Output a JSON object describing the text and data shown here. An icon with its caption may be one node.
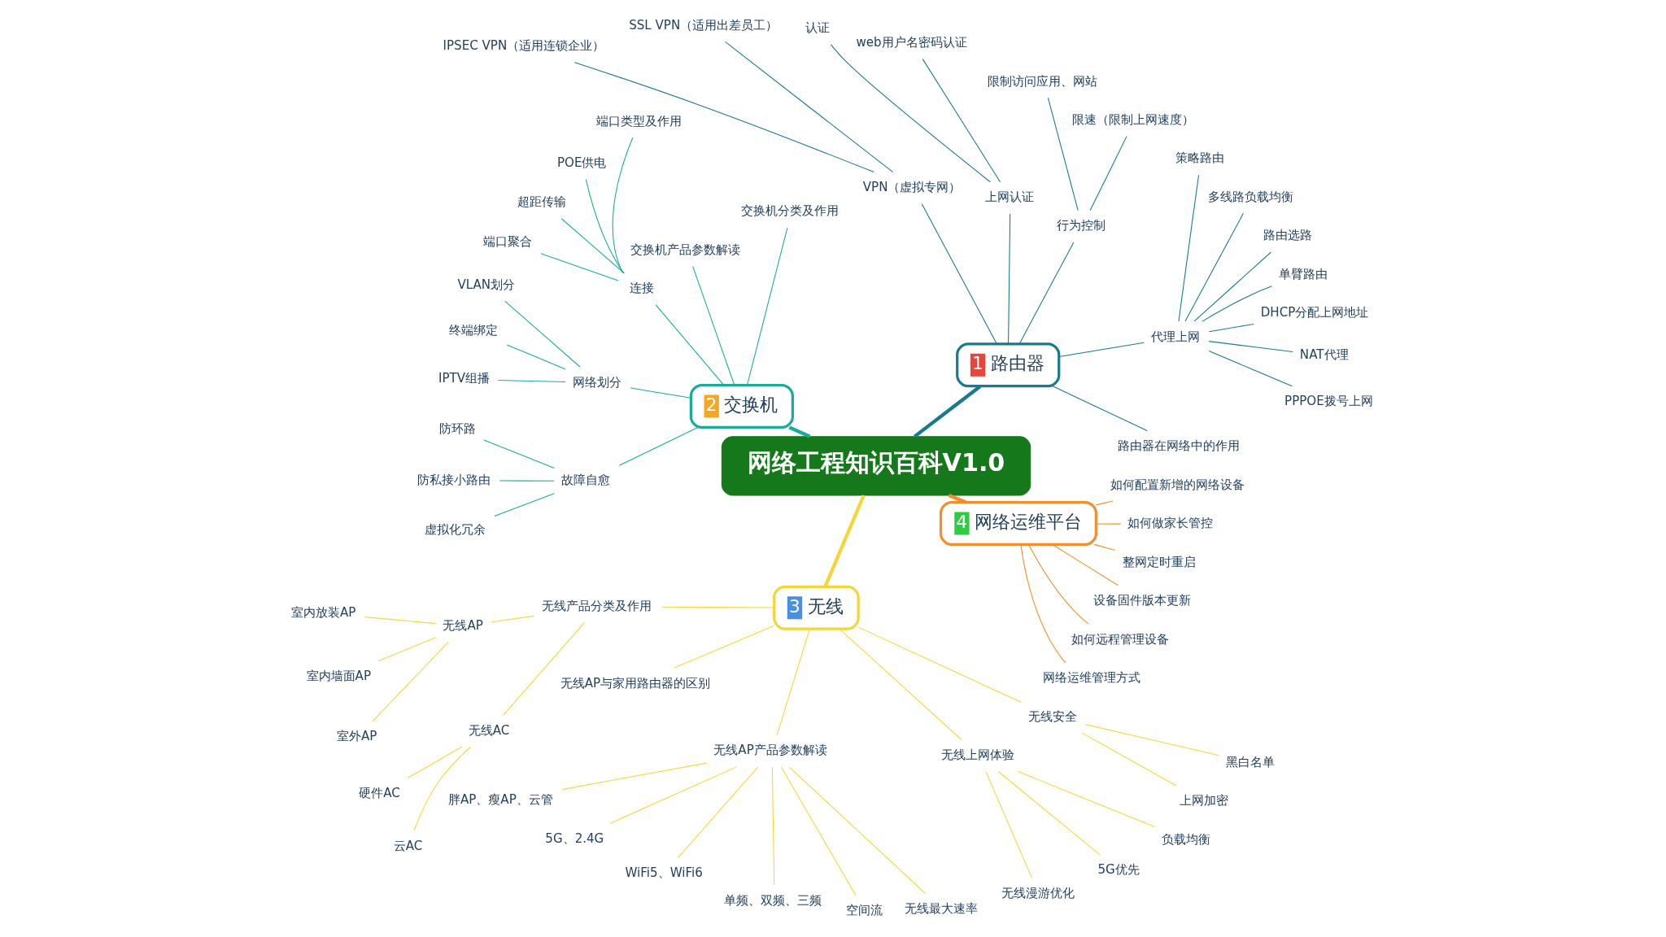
{
  "diagram": {
    "nodes": [
      {
        "text": [
          "网络工程知识百科V1.0"
        ]
      },
      {
        "text": [
          "1",
          "路由器"
        ]
      },
      {
        "text": [
          "路由器在网络中的作用"
        ]
      },
      {
        "text": [
          "代理上网"
        ]
      },
      {
        "text": [
          "PPPOE拨号上网"
        ]
      },
      {
        "text": [
          "NAT代理"
        ]
      },
      {
        "text": [
          "DHCP分配上网地址"
        ]
      },
      {
        "text": [
          "单臂路由"
        ]
      },
      {
        "text": [
          "路由选路"
        ]
      },
      {
        "text": [
          "多线路负载均衡"
        ]
      },
      {
        "text": [
          "策略路由"
        ]
      },
      {
        "text": [
          "行为控制"
        ]
      },
      {
        "text": [
          "限速（限制上网速度）"
        ]
      },
      {
        "text": [
          "限制访问应用、网站"
        ]
      },
      {
        "text": [
          "上网认证"
        ]
      },
      {
        "text": [
          "web用户名密码认证"
        ]
      },
      {
        "text": [
          "认证"
        ]
      },
      {
        "text": [
          "VPN（虚拟专网）"
        ]
      },
      {
        "text": [
          "SSL VPN（适用出差员工）"
        ]
      },
      {
        "text": [
          "IPSEC VPN（适用连锁企业）"
        ]
      },
      {
        "text": [
          "2",
          "交换机"
        ]
      },
      {
        "text": [
          "交换机分类及作用"
        ]
      },
      {
        "text": [
          "交换机产品参数解读"
        ]
      },
      {
        "text": [
          "连接"
        ]
      },
      {
        "text": [
          "端口类型及作用"
        ]
      },
      {
        "text": [
          "POE供电"
        ]
      },
      {
        "text": [
          "超距传输"
        ]
      },
      {
        "text": [
          "端口聚合"
        ]
      },
      {
        "text": [
          "网络划分"
        ]
      },
      {
        "text": [
          "VLAN划分"
        ]
      },
      {
        "text": [
          "终端绑定"
        ]
      },
      {
        "text": [
          "IPTV组播"
        ]
      },
      {
        "text": [
          "故障自愈"
        ]
      },
      {
        "text": [
          "防环路"
        ]
      },
      {
        "text": [
          "防私接小路由"
        ]
      },
      {
        "text": [
          "虚拟化冗余"
        ]
      },
      {
        "text": [
          "3",
          "无线"
        ]
      },
      {
        "text": [
          "无线产品分类及作用"
        ]
      },
      {
        "text": [
          "无线AP"
        ]
      },
      {
        "text": [
          "室内放装AP"
        ]
      },
      {
        "text": [
          "室内墙面AP"
        ]
      },
      {
        "text": [
          "室外AP"
        ]
      },
      {
        "text": [
          "无线AC"
        ]
      },
      {
        "text": [
          "硬件AC"
        ]
      },
      {
        "text": [
          "云AC"
        ]
      },
      {
        "text": [
          "无线AP与家用路由器的区别"
        ]
      },
      {
        "text": [
          "无线AP产品参数解读"
        ]
      },
      {
        "text": [
          "胖AP、瘦AP、云管"
        ]
      },
      {
        "text": [
          "5G、2.4G"
        ]
      },
      {
        "text": [
          "WiFi5、WiFi6"
        ]
      },
      {
        "text": [
          "单频、双频、三频"
        ]
      },
      {
        "text": [
          "空间流"
        ]
      },
      {
        "text": [
          "无线最大速率"
        ]
      },
      {
        "text": [
          "无线上网体验"
        ]
      },
      {
        "text": [
          "无线漫游优化"
        ]
      },
      {
        "text": [
          "5G优先"
        ]
      },
      {
        "text": [
          "负载均衡"
        ]
      },
      {
        "text": [
          "无线安全"
        ]
      },
      {
        "text": [
          "上网加密"
        ]
      },
      {
        "text": [
          "黑白名单"
        ]
      },
      {
        "text": [
          "4",
          "网络运维平台"
        ]
      },
      {
        "text": [
          "网络运维管理方式"
        ]
      },
      {
        "text": [
          "如何远程管理设备"
        ]
      },
      {
        "text": [
          "设备固件版本更新"
        ]
      },
      {
        "text": [
          "整网定时重启"
        ]
      },
      {
        "text": [
          "如何做家长管控"
        ]
      },
      {
        "text": [
          "如何配置新增的网络设备"
        ]
      }
    ],
    "edges": [
      {
        "from": 0,
        "to": 1,
        "arrow": "none",
        "color": "#197a8c",
        "style": "thick"
      },
      {
        "from": 1,
        "to": 2,
        "arrow": "none",
        "color": "#197a8c"
      },
      {
        "from": 1,
        "to": 3,
        "arrow": "none",
        "color": "#197a8c"
      },
      {
        "from": 3,
        "to": 4,
        "arrow": "none",
        "color": "#197a8c"
      },
      {
        "from": 3,
        "to": 5,
        "arrow": "none",
        "color": "#197a8c"
      },
      {
        "from": 3,
        "to": 6,
        "arrow": "none",
        "color": "#197a8c"
      },
      {
        "from": 3,
        "to": 7,
        "arrow": "none",
        "color": "#197a8c"
      },
      {
        "from": 3,
        "to": 8,
        "arrow": "none",
        "color": "#197a8c"
      },
      {
        "from": 3,
        "to": 9,
        "arrow": "none",
        "color": "#197a8c"
      },
      {
        "from": 3,
        "to": 10,
        "arrow": "none",
        "color": "#197a8c"
      },
      {
        "from": 1,
        "to": 11,
        "arrow": "none",
        "color": "#197a8c"
      },
      {
        "from": 11,
        "to": 12,
        "arrow": "none",
        "color": "#197a8c"
      },
      {
        "from": 11,
        "to": 13,
        "arrow": "none",
        "color": "#197a8c"
      },
      {
        "from": 1,
        "to": 14,
        "arrow": "none",
        "color": "#197a8c"
      },
      {
        "from": 14,
        "to": 15,
        "arrow": "none",
        "color": "#197a8c"
      },
      {
        "from": 14,
        "to": 16,
        "arrow": "none",
        "color": "#197a8c"
      },
      {
        "from": 1,
        "to": 17,
        "arrow": "none",
        "color": "#197a8c"
      },
      {
        "from": 17,
        "to": 18,
        "arrow": "none",
        "color": "#197a8c"
      },
      {
        "from": 17,
        "to": 19,
        "arrow": "none",
        "color": "#197a8c"
      },
      {
        "from": 0,
        "to": 20,
        "arrow": "none",
        "color": "#1aab9b",
        "style": "thick"
      },
      {
        "from": 20,
        "to": 21,
        "arrow": "none",
        "color": "#1aab9b"
      },
      {
        "from": 20,
        "to": 22,
        "arrow": "none",
        "color": "#1aab9b"
      },
      {
        "from": 20,
        "to": 23,
        "arrow": "none",
        "color": "#1aab9b"
      },
      {
        "from": 23,
        "to": 24,
        "arrow": "none",
        "color": "#1aab9b"
      },
      {
        "from": 23,
        "to": 25,
        "arrow": "none",
        "color": "#1aab9b"
      },
      {
        "from": 23,
        "to": 26,
        "arrow": "none",
        "color": "#1aab9b"
      },
      {
        "from": 23,
        "to": 27,
        "arrow": "none",
        "color": "#1aab9b"
      },
      {
        "from": 20,
        "to": 28,
        "arrow": "none",
        "color": "#1aab9b"
      },
      {
        "from": 28,
        "to": 29,
        "arrow": "none",
        "color": "#1aab9b"
      },
      {
        "from": 28,
        "to": 30,
        "arrow": "none",
        "color": "#1aab9b"
      },
      {
        "from": 28,
        "to": 31,
        "arrow": "none",
        "color": "#1aab9b"
      },
      {
        "from": 20,
        "to": 32,
        "arrow": "none",
        "color": "#1aab9b"
      },
      {
        "from": 32,
        "to": 33,
        "arrow": "none",
        "color": "#1aab9b"
      },
      {
        "from": 32,
        "to": 34,
        "arrow": "none",
        "color": "#1aab9b"
      },
      {
        "from": 32,
        "to": 35,
        "arrow": "none",
        "color": "#1aab9b"
      },
      {
        "from": 0,
        "to": 36,
        "arrow": "none",
        "color": "#f5d63a",
        "style": "thick"
      },
      {
        "from": 36,
        "to": 37,
        "arrow": "none",
        "color": "#f5d63a"
      },
      {
        "from": 37,
        "to": 38,
        "arrow": "none",
        "color": "#f5d63a"
      },
      {
        "from": 38,
        "to": 39,
        "arrow": "none",
        "color": "#f5d63a"
      },
      {
        "from": 38,
        "to": 40,
        "arrow": "none",
        "color": "#f5d63a"
      },
      {
        "from": 38,
        "to": 41,
        "arrow": "none",
        "color": "#f5d63a"
      },
      {
        "from": 37,
        "to": 42,
        "arrow": "none",
        "color": "#f5d63a"
      },
      {
        "from": 42,
        "to": 43,
        "arrow": "none",
        "color": "#f5d63a"
      },
      {
        "from": 42,
        "to": 44,
        "arrow": "none",
        "color": "#f5d63a"
      },
      {
        "from": 36,
        "to": 45,
        "arrow": "none",
        "color": "#f5d63a"
      },
      {
        "from": 36,
        "to": 46,
        "arrow": "none",
        "color": "#f5d63a"
      },
      {
        "from": 46,
        "to": 47,
        "arrow": "none",
        "color": "#f5d63a"
      },
      {
        "from": 46,
        "to": 48,
        "arrow": "none",
        "color": "#f5d63a"
      },
      {
        "from": 46,
        "to": 49,
        "arrow": "none",
        "color": "#f5d63a"
      },
      {
        "from": 46,
        "to": 50,
        "arrow": "none",
        "color": "#f5d63a"
      },
      {
        "from": 46,
        "to": 51,
        "arrow": "none",
        "color": "#f5d63a"
      },
      {
        "from": 46,
        "to": 52,
        "arrow": "none",
        "color": "#f5d63a"
      },
      {
        "from": 36,
        "to": 53,
        "arrow": "none",
        "color": "#f5d63a"
      },
      {
        "from": 53,
        "to": 54,
        "arrow": "none",
        "color": "#f5d63a"
      },
      {
        "from": 53,
        "to": 55,
        "arrow": "none",
        "color": "#f5d63a"
      },
      {
        "from": 53,
        "to": 56,
        "arrow": "none",
        "color": "#f5d63a"
      },
      {
        "from": 36,
        "to": 57,
        "arrow": "none",
        "color": "#f5d63a"
      },
      {
        "from": 57,
        "to": 58,
        "arrow": "none",
        "color": "#f5d63a"
      },
      {
        "from": 57,
        "to": 59,
        "arrow": "none",
        "color": "#f5d63a"
      },
      {
        "from": 0,
        "to": 60,
        "arrow": "none",
        "color": "#f28e2b",
        "style": "thick"
      },
      {
        "from": 60,
        "to": 61,
        "arrow": "none",
        "color": "#f28e2b"
      },
      {
        "from": 60,
        "to": 62,
        "arrow": "none",
        "color": "#f28e2b"
      },
      {
        "from": 60,
        "to": 63,
        "arrow": "none",
        "color": "#f28e2b"
      },
      {
        "from": 60,
        "to": 64,
        "arrow": "none",
        "color": "#f28e2b"
      },
      {
        "from": 60,
        "to": 65,
        "arrow": "none",
        "color": "#f28e2b"
      },
      {
        "from": 60,
        "to": 66,
        "arrow": "none",
        "color": "#f28e2b"
      }
    ]
  }
}
